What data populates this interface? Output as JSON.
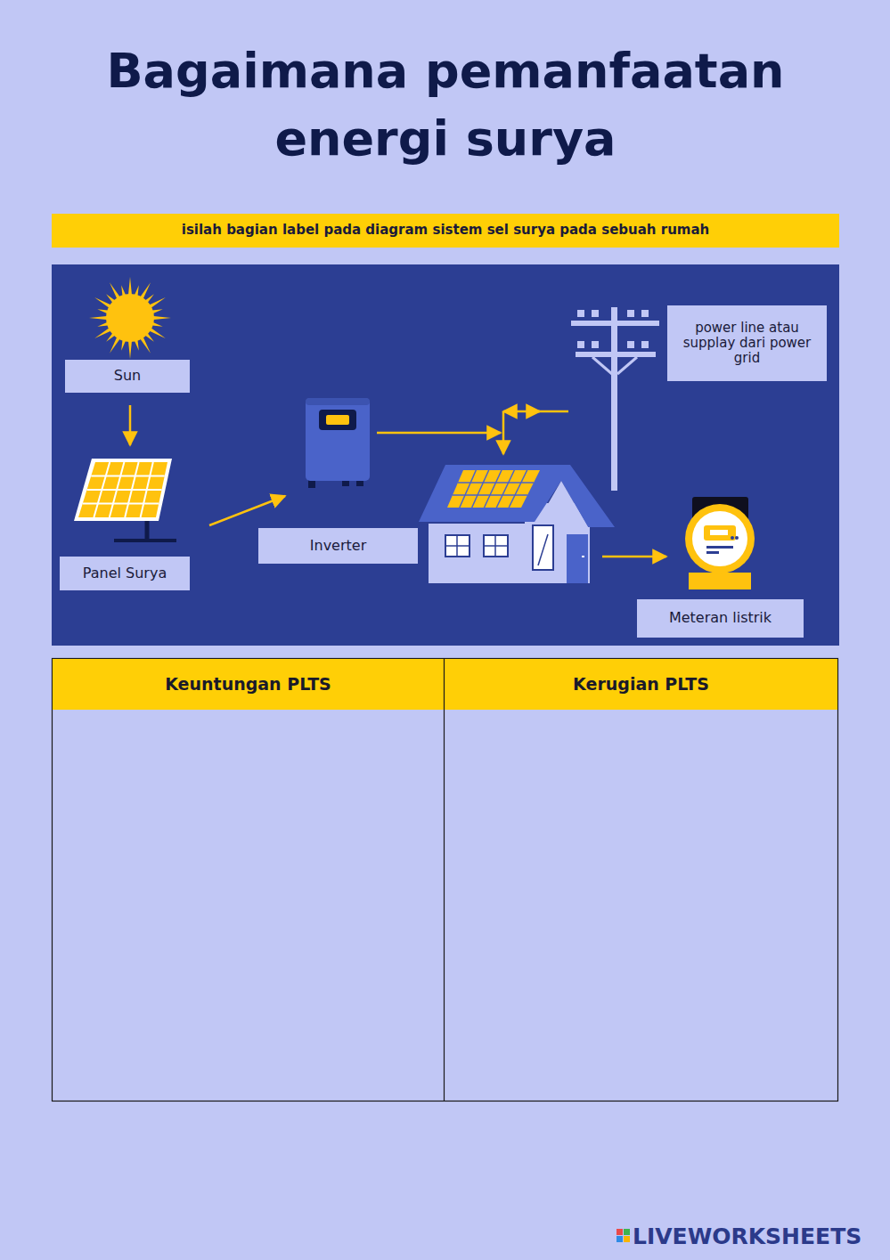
{
  "diagram": {
    "title": "Bagaimana pemanfaatan energi surya",
    "nodes": [
      {
        "text": [
          "isilah bagian label pada diagram sistem sel surya pada sebuah rumah"
        ]
      },
      {
        "text": [
          "Sun"
        ]
      },
      {
        "text": [
          "power line atau supplay dari power grid"
        ]
      },
      {
        "text": [
          "Inverter"
        ]
      },
      {
        "text": [
          "Panel Surya"
        ]
      },
      {
        "text": [
          "Meteran listrik"
        ]
      }
    ],
    "labels": [
      "Keuntungan PLTS",
      "Kerugian PLTS",
      "LIVEWORKSHEETS"
    ]
  }
}
